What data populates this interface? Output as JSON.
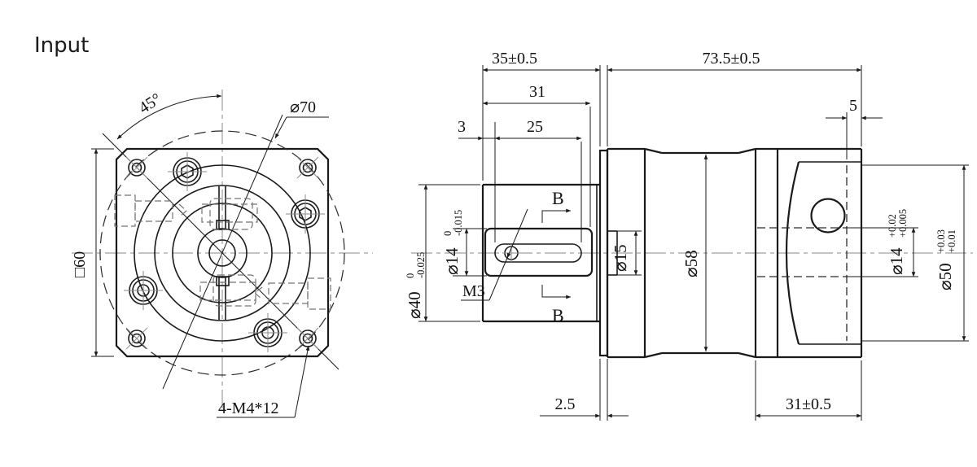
{
  "title": "Input",
  "colors": {
    "line": "#1a1a1a",
    "centerline": "#8a8a8a",
    "hidden": "#757575",
    "background": "#ffffff"
  },
  "front_view": {
    "angle": "45°",
    "bolt_circle": "⌀70",
    "square_size": "□60",
    "corner_holes": "4-M4*12"
  },
  "side_view": {
    "len_front": "35±0.5",
    "len_body": "73.5±0.5",
    "len_31": "31",
    "len_25": "25",
    "len_3": "3",
    "len_5": "5",
    "len_2_5": "2.5",
    "len_31_tol": "31±0.5",
    "dia_40": "⌀40",
    "dia_40_tol_hi": "0",
    "dia_40_tol_lo": "-0.025",
    "dia_14_shaft": "⌀14",
    "dia_14_shaft_tol_hi": "0",
    "dia_14_shaft_tol_lo": "-0.015",
    "thread_m3": "M3",
    "dia_15": "⌀15",
    "dia_58": "⌀58",
    "dia_14_bore": "⌀14",
    "dia_14_bore_tol_hi": "+0.02",
    "dia_14_bore_tol_lo": "+0.005",
    "dia_50": "⌀50",
    "dia_50_tol_hi": "+0.03",
    "dia_50_tol_lo": "+0.01",
    "section_label": "B"
  }
}
